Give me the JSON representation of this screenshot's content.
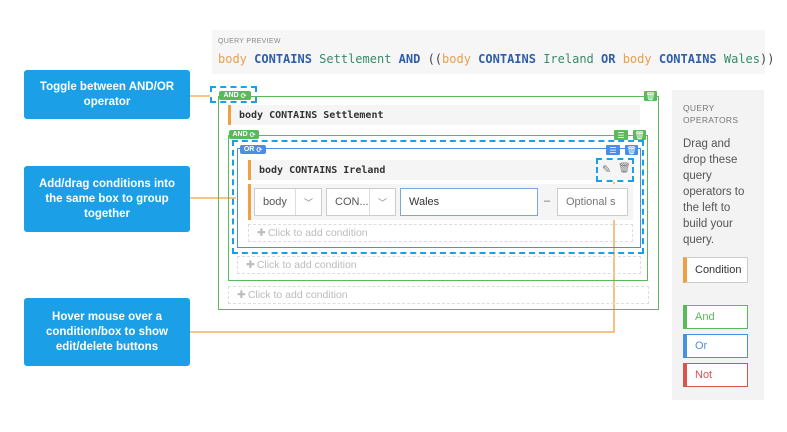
{
  "preview": {
    "label": "QUERY PREVIEW",
    "tokens": [
      {
        "t": "body",
        "c": "k-f"
      },
      {
        "t": " ",
        "c": "k-p"
      },
      {
        "t": "CONTAINS",
        "c": "k-o"
      },
      {
        "t": " ",
        "c": "k-p"
      },
      {
        "t": "Settlement",
        "c": "k-v"
      },
      {
        "t": " ",
        "c": "k-p"
      },
      {
        "t": "AND",
        "c": "k-o"
      },
      {
        "t": " ((",
        "c": "k-p"
      },
      {
        "t": "body",
        "c": "k-f"
      },
      {
        "t": " ",
        "c": "k-p"
      },
      {
        "t": "CONTAINS",
        "c": "k-o"
      },
      {
        "t": " ",
        "c": "k-p"
      },
      {
        "t": "Ireland",
        "c": "k-v"
      },
      {
        "t": " ",
        "c": "k-p"
      },
      {
        "t": "OR",
        "c": "k-o"
      },
      {
        "t": " ",
        "c": "k-p"
      },
      {
        "t": "body",
        "c": "k-f"
      },
      {
        "t": " ",
        "c": "k-p"
      },
      {
        "t": "CONTAINS",
        "c": "k-o"
      },
      {
        "t": " ",
        "c": "k-p"
      },
      {
        "t": "Wales",
        "c": "k-v"
      },
      {
        "t": "))",
        "c": "k-p"
      }
    ]
  },
  "callouts": {
    "toggle": "Toggle between AND/OR operator",
    "drag": "Add/drag conditions into the same box to group together",
    "hover": "Hover mouse over a condition/box to show edit/delete buttons"
  },
  "builder": {
    "outer_tag": "AND",
    "cond1": "body CONTAINS Settlement",
    "group1_tag": "AND",
    "group2_tag": "OR",
    "cond2": "body CONTAINS Ireland",
    "edit_row": {
      "field": "body",
      "operator": "CON...",
      "value": "Wales",
      "dash": "–",
      "optional_placeholder": "Optional s"
    },
    "add_condition": "Click to add condition"
  },
  "sidebar": {
    "title": "QUERY OPERATORS",
    "description": "Drag and drop these query operators to the left to build your query.",
    "condition": "Condition",
    "and": "And",
    "or": "Or",
    "not": "Not"
  },
  "colors": {
    "callout": "#1ba0e8",
    "green": "#5cb85c",
    "blue": "#4a90e2",
    "orange": "#f0a040",
    "red": "#d9534f"
  },
  "icons": [
    "refresh-icon",
    "trash-icon",
    "list-icon",
    "pencil-icon",
    "plus-icon",
    "chevron-down-icon"
  ]
}
